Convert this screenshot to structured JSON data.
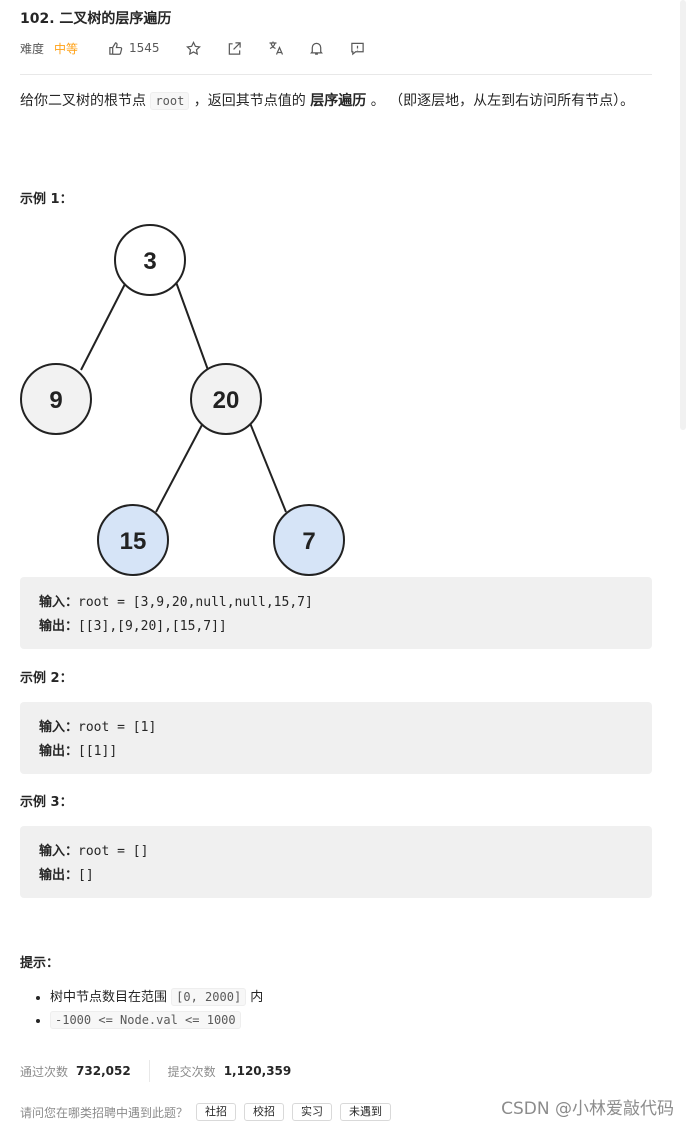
{
  "problem": {
    "title": "102. 二叉树的层序遍历",
    "difficulty_label": "难度",
    "difficulty": "中等",
    "likes": "1545"
  },
  "description": {
    "part1": "给你二叉树的根节点 ",
    "code": "root",
    "part2": " ，返回其节点值的 ",
    "bold": "层序遍历",
    "part3": " 。 （即逐层地，从左到右访问所有节点）。"
  },
  "examples": [
    {
      "title": "示例 1：",
      "tree_nodes": [
        "3",
        "9",
        "20",
        "15",
        "7"
      ],
      "input_label": "输入：",
      "input": "root = [3,9,20,null,null,15,7]",
      "output_label": "输出：",
      "output": "[[3],[9,20],[15,7]]"
    },
    {
      "title": "示例 2：",
      "input_label": "输入：",
      "input": "root = [1]",
      "output_label": "输出：",
      "output": "[[1]]"
    },
    {
      "title": "示例 3：",
      "input_label": "输入：",
      "input": "root = []",
      "output_label": "输出：",
      "output": "[]"
    }
  ],
  "hints": {
    "title": "提示：",
    "item1_pre": "树中节点数目在范围 ",
    "item1_code": "[0, 2000]",
    "item1_post": " 内",
    "item2_code": "-1000 <= Node.val <= 1000"
  },
  "stats": {
    "accepted_label": "通过次数",
    "accepted": "732,052",
    "submitted_label": "提交次数",
    "submitted": "1,120,359"
  },
  "ask": {
    "text": "请问您在哪类招聘中遇到此题？",
    "tags": [
      "社招",
      "校招",
      "实习",
      "未遇到"
    ]
  },
  "watermark": "CSDN @小林爱敲代码",
  "colors": {
    "difficulty_medium": "#ffa116",
    "node_default": "#f2f2f2",
    "node_highlight": "#d6e4f7"
  }
}
